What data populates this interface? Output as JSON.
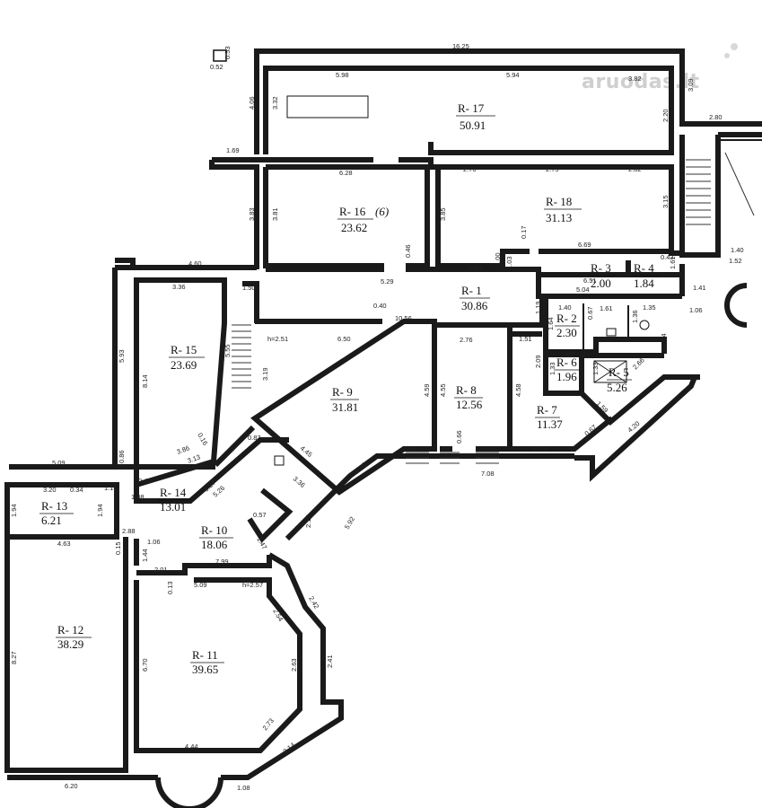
{
  "watermark": "aruodas.lt",
  "rooms": [
    {
      "id": "R- 17",
      "area": "50.91"
    },
    {
      "id": "R- 16",
      "area": "23.62",
      "note": "(6)"
    },
    {
      "id": "R- 18",
      "area": "31.13"
    },
    {
      "id": "R- 3",
      "area": "2.00"
    },
    {
      "id": "R- 4",
      "area": "1.84"
    },
    {
      "id": "R- 1",
      "area": "30.86"
    },
    {
      "id": "R- 2",
      "area": "2.30"
    },
    {
      "id": "R- 15",
      "area": "23.69"
    },
    {
      "id": "R- 9",
      "area": "31.81"
    },
    {
      "id": "R- 8",
      "area": "12.56"
    },
    {
      "id": "R- 6",
      "area": "1.96"
    },
    {
      "id": "R- 5",
      "area": "5.26"
    },
    {
      "id": "R- 7",
      "area": "11.37"
    },
    {
      "id": "R- 13",
      "area": "6.21"
    },
    {
      "id": "R- 14",
      "area": "13.01"
    },
    {
      "id": "R- 10",
      "area": "18.06"
    },
    {
      "id": "R- 12",
      "area": "38.29"
    },
    {
      "id": "R- 11",
      "area": "39.65"
    }
  ],
  "dimensions": [
    "16.25",
    "0.52",
    "0.53",
    "5.98",
    "5.94",
    "3.82",
    "3.09",
    "2.20",
    "2.80",
    "4.06",
    "3.32",
    "1.69",
    "6.28",
    "2.76",
    "2.75",
    "2.82",
    "3.83",
    "3.81",
    "3.85",
    "3.15",
    "0.46",
    "0.17",
    "1.00",
    "1.03",
    "1.93",
    "6.69",
    "0.43",
    "1.61",
    "1.40",
    "1.52",
    "4.60",
    "1.50",
    "5.29",
    "3.36",
    "6.51",
    "5.04",
    "1.41",
    "1.06",
    "0.40",
    "10.56",
    "1.19",
    "1.40",
    "1.61",
    "1.35",
    "1.36",
    "h=2.51",
    "6.50",
    "2.76",
    "1.51",
    "1.64",
    "0.67",
    "2.64",
    "5.93",
    "5.55",
    "8.14",
    "3.19",
    "4.59",
    "4.55",
    "4.58",
    "2.09",
    "1.47",
    "1.33",
    "1.33",
    "1.77",
    "1.59",
    "2.66",
    "0.16",
    "3.86",
    "3.13",
    "0.87",
    "4.45",
    "0.66",
    "0.67",
    "4.20",
    "0.86",
    "0.45",
    "2.59",
    "1.58",
    "7.08",
    "5.09",
    "3.20",
    "0.34",
    "1.16",
    "1.08",
    "5.27",
    "5.26",
    "3.36",
    "2.49",
    "1.94",
    "1.94",
    "2.88",
    "0.57",
    "2.17",
    "5.92",
    "4.63",
    "0.15",
    "1.06",
    "1.47",
    "1.44",
    "2.01",
    "7.99",
    "0.13",
    "5.09",
    "h=2.57",
    "2.42",
    "2.54",
    "8.27",
    "6.70",
    "2.63",
    "2.41",
    "2.73",
    "4.44",
    "3.14",
    "6.20",
    "1.08"
  ]
}
